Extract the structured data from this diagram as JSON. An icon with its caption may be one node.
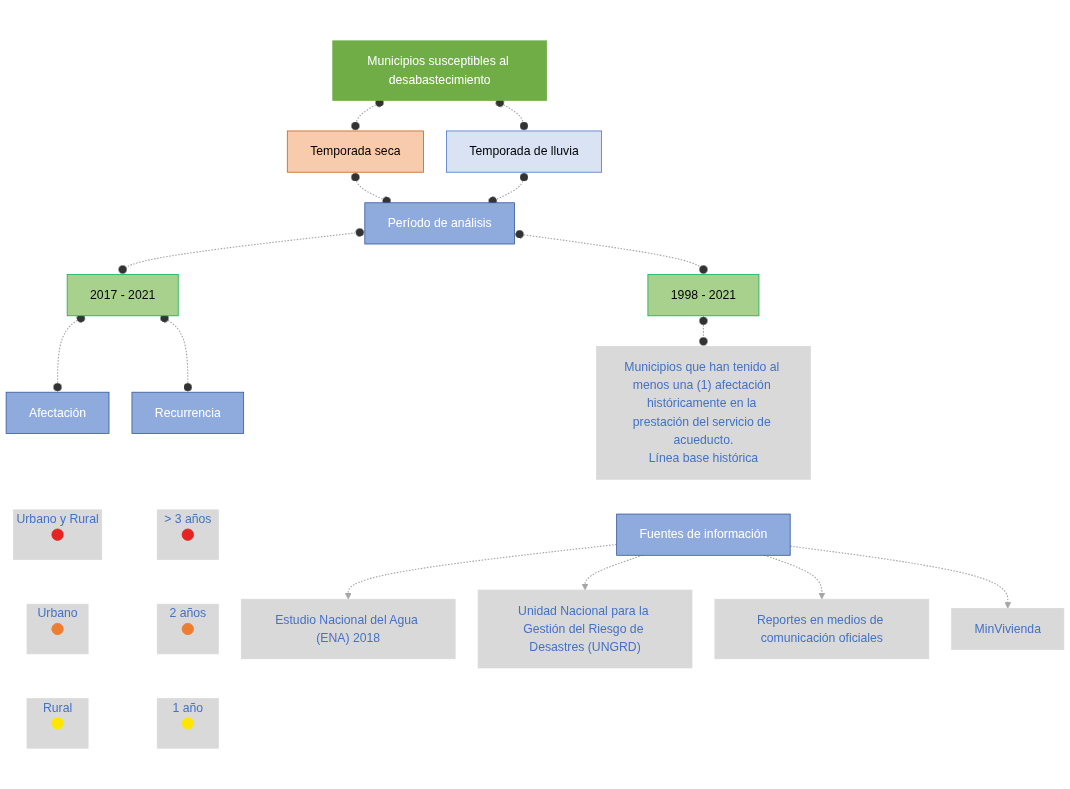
{
  "diagram": {
    "nodes": [
      {
        "text": [
          "Municipios susceptibles al desabastecimiento"
        ]
      },
      {
        "text": [
          "Temporada seca"
        ]
      },
      {
        "text": [
          "Temporada de lluvia"
        ]
      },
      {
        "text": [
          "Período de análisis"
        ]
      },
      {
        "text": [
          "1998 - 2021"
        ]
      },
      {
        "text": [
          "2017 - 2021"
        ]
      },
      {
        "text": [
          "Municipios que han tenido al menos una (1) afectación históricamente en la prestación del servicio de acueducto.",
          "Línea base histórica"
        ]
      },
      {
        "text": [
          "Afectación"
        ]
      },
      {
        "text": [
          "Recurrencia"
        ]
      },
      {
        "text": [
          "Urbano y Rural"
        ]
      },
      {
        "text": [],
        "shape": "circle",
        "in": 9
      },
      {
        "text": [
          "> 3 años"
        ]
      },
      {
        "text": [],
        "shape": "circle",
        "in": 11
      },
      {
        "text": [
          "Urbano"
        ]
      },
      {
        "text": [],
        "shape": "circle",
        "in": 13
      },
      {
        "text": [
          "2 años"
        ]
      },
      {
        "text": [],
        "shape": "circle",
        "in": 15
      },
      {
        "text": [
          "Rural"
        ]
      },
      {
        "text": [],
        "shape": "circle",
        "in": 17
      },
      {
        "text": [
          "1 año"
        ]
      },
      {
        "text": [],
        "shape": "circle",
        "in": 19
      },
      {
        "text": [
          "Fuentes de información"
        ]
      },
      {
        "text": [
          "Estudio Nacional del Agua (ENA) 2018"
        ]
      },
      {
        "text": [
          "Unidad Nacional para la Gestión del Riesgo de Desastres (UNGRD)"
        ]
      },
      {
        "text": [
          "Reportes en medios de comunicación oficiales"
        ]
      },
      {
        "text": [
          "MinVivienda"
        ]
      }
    ],
    "edges": [
      {
        "from": 0,
        "to": 1,
        "arrow": "other",
        "style": "dashed"
      },
      {
        "from": 0,
        "to": 2,
        "arrow": "other",
        "style": "dashed"
      },
      {
        "from": 1,
        "to": 3,
        "arrow": "other",
        "style": "dashed"
      },
      {
        "from": 2,
        "to": 3,
        "arrow": "other",
        "style": "dashed"
      },
      {
        "from": 3,
        "to": 4,
        "arrow": "other",
        "style": "dashed"
      },
      {
        "from": 3,
        "to": 5,
        "arrow": "other",
        "style": "dashed"
      },
      {
        "from": 4,
        "to": 6,
        "arrow": "other",
        "style": "dashed"
      },
      {
        "from": 5,
        "to": 7,
        "arrow": "other",
        "style": "dashed"
      },
      {
        "from": 5,
        "to": 8,
        "arrow": "other",
        "style": "dashed"
      },
      {
        "from": 21,
        "to": 22,
        "arrow": "to",
        "style": "dashed"
      },
      {
        "from": 21,
        "to": 23,
        "arrow": "to",
        "style": "dashed"
      },
      {
        "from": 21,
        "to": 24,
        "arrow": "to",
        "style": "dashed"
      },
      {
        "from": 21,
        "to": 25,
        "arrow": "to",
        "style": "dashed"
      }
    ]
  }
}
